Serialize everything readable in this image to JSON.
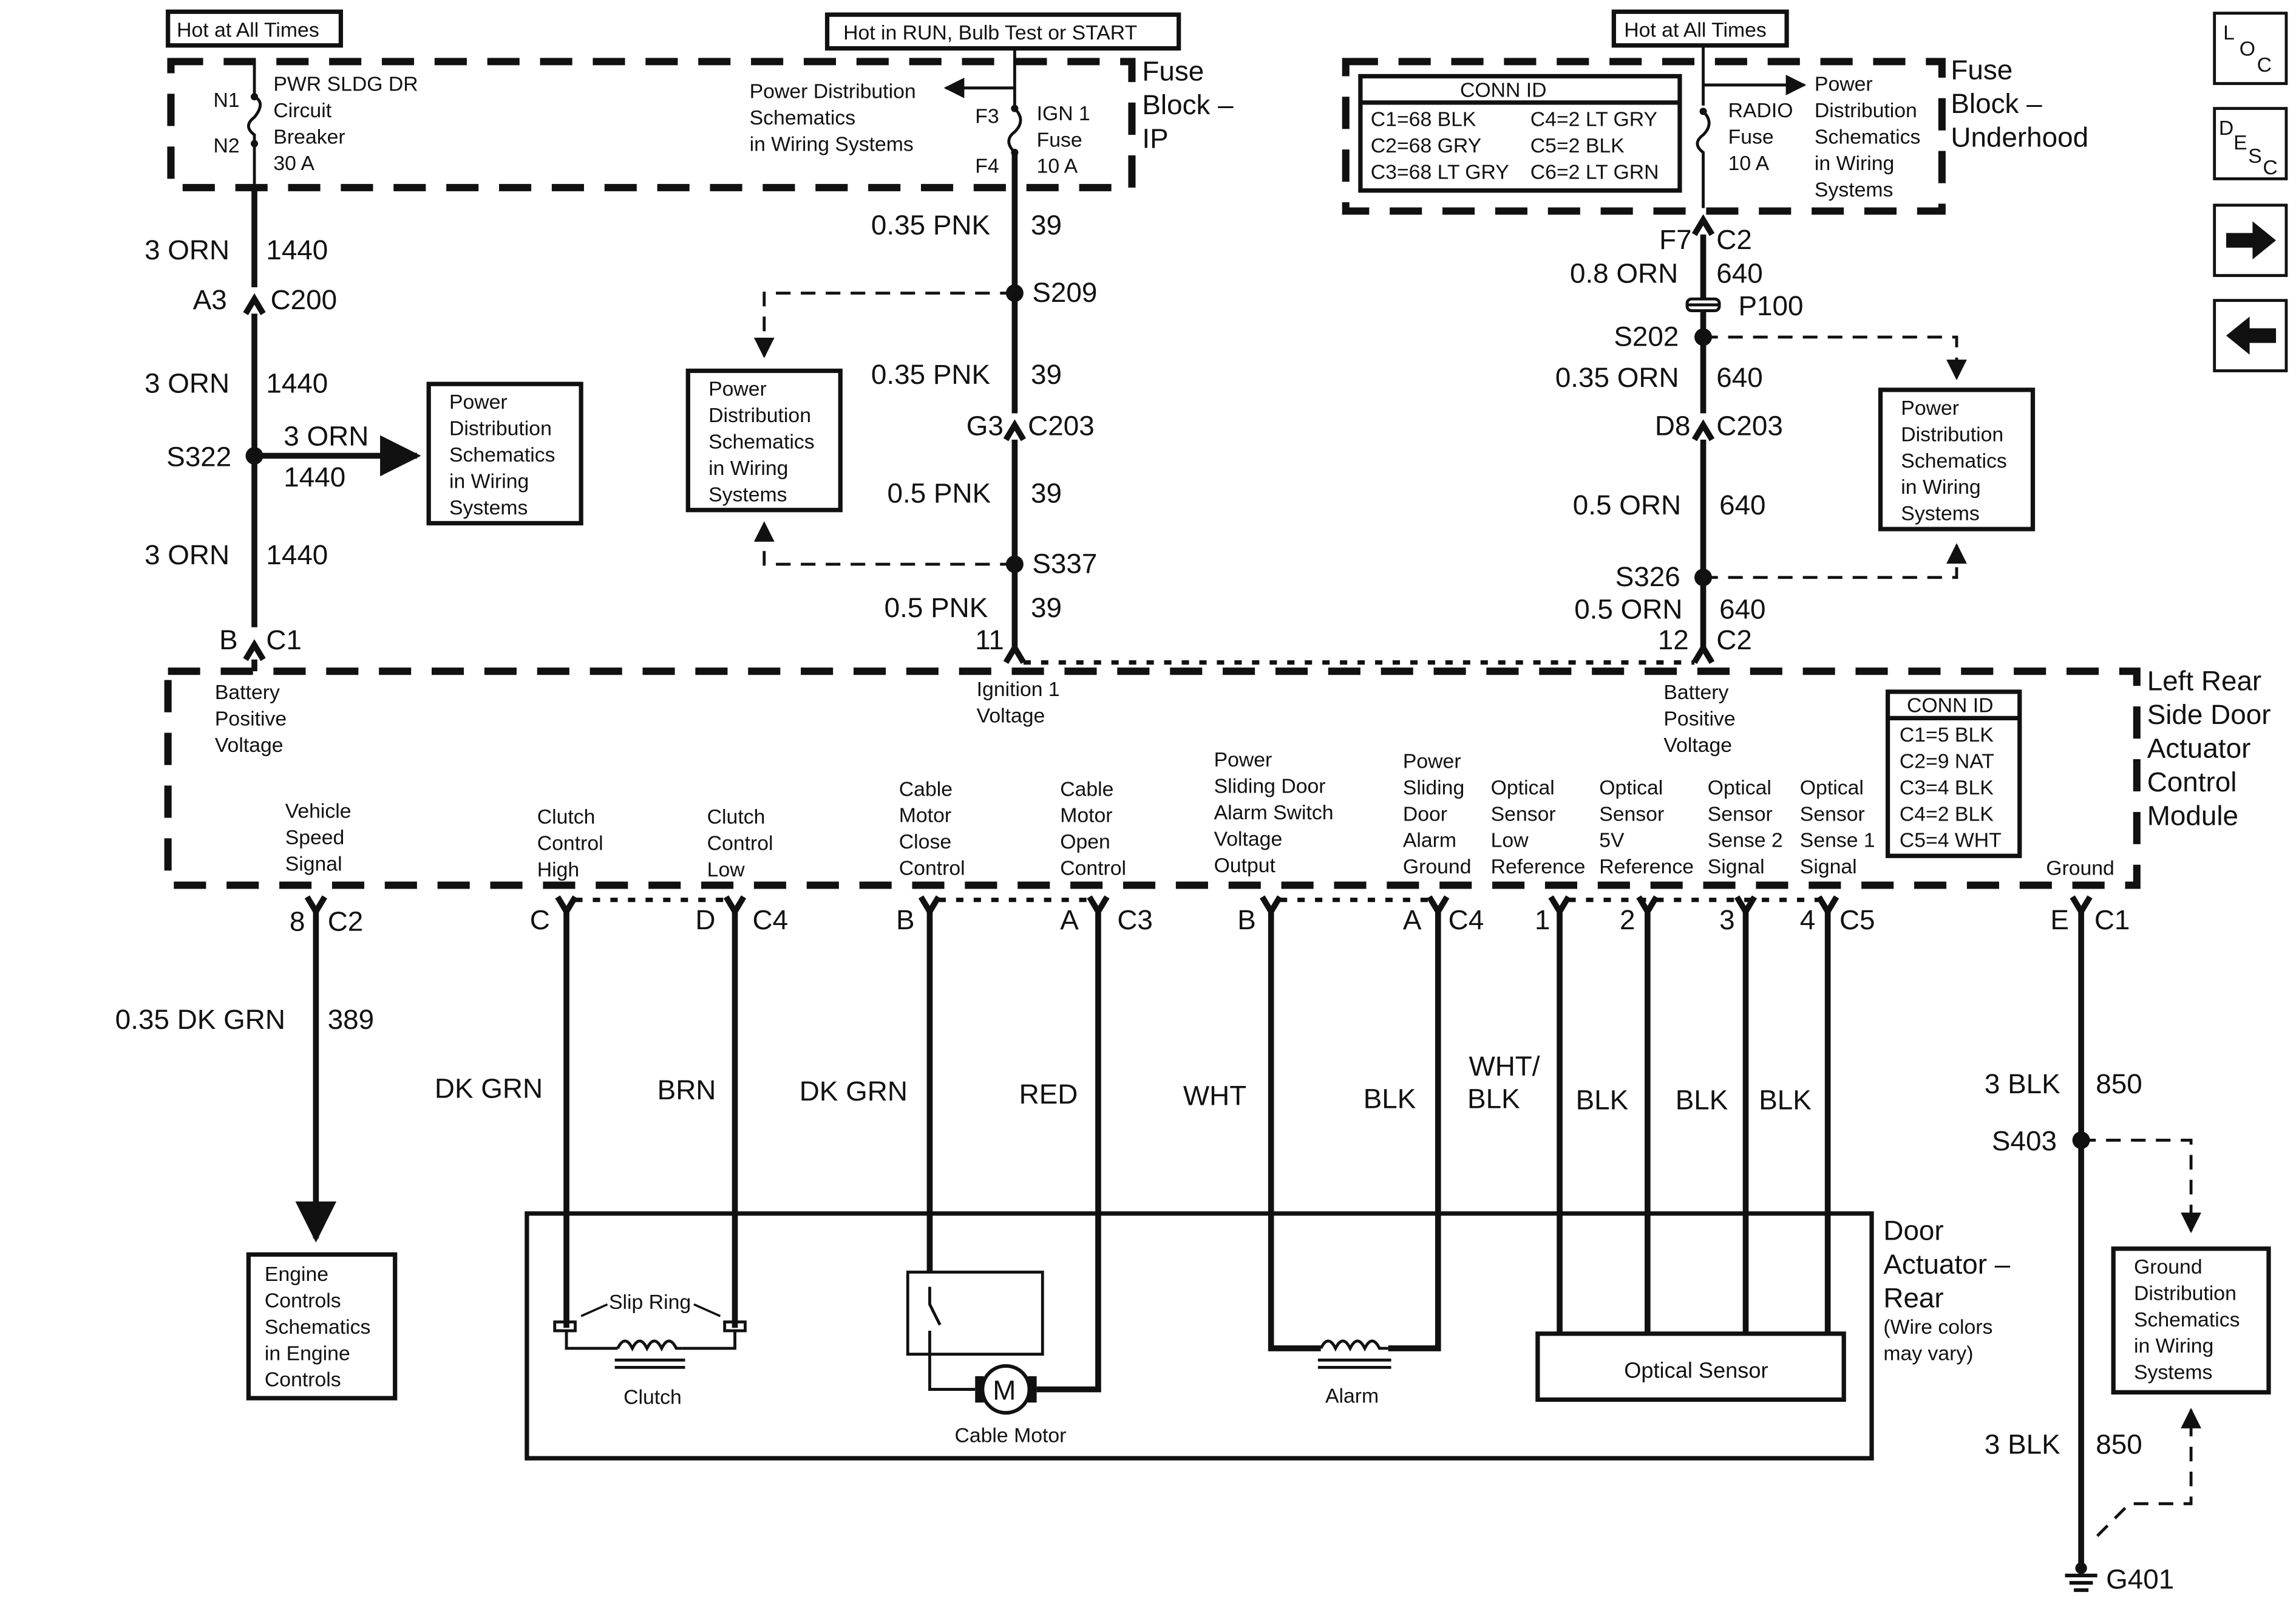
{
  "fuse_blocks": {
    "hot_all_times_left": "Hot at All Times",
    "hot_run": "Hot in RUN, Bulb Test or START",
    "hot_all_times_right": "Hot at All Times",
    "ip_title": [
      "Fuse",
      "Block –",
      "IP"
    ],
    "underhood_title": [
      "Fuse",
      "Block –",
      "Underhood"
    ],
    "circuit_breaker": {
      "pin_in": "N1",
      "pin_out": "N2",
      "lines": [
        "PWR SLDG DR",
        "Circuit",
        "Breaker",
        "30 A"
      ]
    },
    "ign_fuse": {
      "pin_in": "F3",
      "pin_out": "F4",
      "lines": [
        "IGN 1",
        "Fuse",
        "10 A"
      ]
    },
    "radio_fuse": {
      "lines": [
        "RADIO",
        "Fuse",
        "10 A"
      ]
    },
    "pds_ip": [
      "Power Distribution",
      "Schematics",
      "in Wiring Systems"
    ],
    "pds_underhood": [
      "Power",
      "Distribution",
      "Schematics",
      "in Wiring",
      "Systems"
    ]
  },
  "conn_id_underhood": {
    "title": "CONN ID",
    "rows": [
      [
        "C1=68 BLK",
        "C4=2 LT GRY"
      ],
      [
        "C2=68 GRY",
        "C5=2 BLK"
      ],
      [
        "C3=68 LT GRY",
        "C6=2 LT GRN"
      ]
    ]
  },
  "left_branch": {
    "w1": [
      "3 ORN",
      "1440"
    ],
    "conn": [
      "A3",
      "C200"
    ],
    "w2": [
      "3 ORN",
      "1440"
    ],
    "splice": "S322",
    "splice_wire": [
      "3 ORN",
      "1440"
    ],
    "w3": [
      "3 ORN",
      "1440"
    ],
    "module_pin": [
      "B",
      "C1"
    ],
    "pds_box": [
      "Power",
      "Distribution",
      "Schematics",
      "in Wiring",
      "Systems"
    ]
  },
  "middle_branch": {
    "w1": [
      "0.35 PNK",
      "39"
    ],
    "splice1": "S209",
    "w2": [
      "0.35 PNK",
      "39"
    ],
    "conn": [
      "G3",
      "C203"
    ],
    "w3": [
      "0.5 PNK",
      "39"
    ],
    "splice2": "S337",
    "w4": [
      "0.5 PNK",
      "39"
    ],
    "module_pin": "11",
    "pds_box": [
      "Power",
      "Distribution",
      "Schematics",
      "in Wiring",
      "Systems"
    ]
  },
  "right_branch": {
    "fuse_pin": [
      "F7",
      "C2"
    ],
    "w1": [
      "0.8 ORN",
      "640"
    ],
    "p100": "P100",
    "splice1": "S202",
    "w2": [
      "0.35 ORN",
      "640"
    ],
    "conn": [
      "D8",
      "C203"
    ],
    "w3": [
      "0.5 ORN",
      "640"
    ],
    "splice2": "S326",
    "w4": [
      "0.5 ORN",
      "640"
    ],
    "module_pin": [
      "12",
      "C2"
    ],
    "pds_box": [
      "Power",
      "Distribution",
      "Schematics",
      "in Wiring",
      "Systems"
    ]
  },
  "module": {
    "title": [
      "Left Rear",
      "Side Door",
      "Actuator",
      "Control",
      "Module"
    ],
    "conn_id": {
      "title": "CONN ID",
      "rows": [
        "C1=5 BLK",
        "C2=9 NAT",
        "C3=4 BLK",
        "C4=2 BLK",
        "C5=4 WHT"
      ]
    },
    "top_labels": {
      "battery_left": [
        "Battery",
        "Positive",
        "Voltage"
      ],
      "ignition": [
        "Ignition 1",
        "Voltage"
      ],
      "battery_right": [
        "Battery",
        "Positive",
        "Voltage"
      ]
    },
    "bottom_labels": {
      "vss": [
        "Vehicle",
        "Speed",
        "Signal"
      ],
      "clutch_high": [
        "Clutch",
        "Control",
        "High"
      ],
      "clutch_low": [
        "Clutch",
        "Control",
        "Low"
      ],
      "cable_close": [
        "Cable",
        "Motor",
        "Close",
        "Control"
      ],
      "cable_open": [
        "Cable",
        "Motor",
        "Open",
        "Control"
      ],
      "alarm_switch": [
        "Power",
        "Sliding Door",
        "Alarm Switch",
        "Voltage",
        "Output"
      ],
      "alarm_ground": [
        "Power",
        "Sliding",
        "Door",
        "Alarm",
        "Ground"
      ],
      "opt_low": [
        "Optical",
        "Sensor",
        "Low",
        "Reference"
      ],
      "opt_5v": [
        "Optical",
        "Sensor",
        "5V",
        "Reference"
      ],
      "opt_s2": [
        "Optical",
        "Sensor",
        "Sense 2",
        "Signal"
      ],
      "opt_s1": [
        "Optical",
        "Sensor",
        "Sense 1",
        "Signal"
      ],
      "ground": "Ground"
    }
  },
  "pins_bottom": {
    "vss": [
      "8",
      "C2"
    ],
    "clutch_high": "C",
    "clutch_low": [
      "D",
      "C4"
    ],
    "cable_close": "B",
    "cable_open": [
      "A",
      "C3"
    ],
    "alarm_switch": "B",
    "alarm_ground": [
      "A",
      "C4"
    ],
    "opt_low": "1",
    "opt_5v": "2",
    "opt_s2": "3",
    "opt_s1": [
      "4",
      "C5"
    ],
    "ground": [
      "E",
      "C1"
    ]
  },
  "wires_bottom": {
    "vss": [
      "0.35 DK GRN",
      "389"
    ],
    "clutch_high": "DK GRN",
    "clutch_low": "BRN",
    "cable_close": "DK GRN",
    "cable_open": "RED",
    "alarm_switch": "WHT",
    "alarm_ground": "BLK",
    "opt_low": [
      "WHT/",
      "BLK"
    ],
    "opt_5v": "BLK",
    "opt_s2": "BLK",
    "opt_s1": "BLK",
    "ground_top": [
      "3 BLK",
      "850"
    ],
    "ground_splice": "S403",
    "ground_bottom": [
      "3 BLK",
      "850"
    ],
    "ground_point": "G401"
  },
  "engine_box": [
    "Engine",
    "Controls",
    "Schematics",
    "in Engine",
    "Controls"
  ],
  "ground_box": [
    "Ground",
    "Distribution",
    "Schematics",
    "in Wiring",
    "Systems"
  ],
  "actuator": {
    "title": [
      "Door",
      "Actuator –",
      "Rear"
    ],
    "note": [
      "(Wire colors",
      "may vary)"
    ],
    "slip_ring": "Slip Ring",
    "clutch": "Clutch",
    "cable_motor": "Cable Motor",
    "motor_symbol": "M",
    "alarm": "Alarm",
    "optical_sensor": "Optical Sensor"
  },
  "nav": {
    "loc": [
      "L",
      "O",
      "C"
    ],
    "desc": [
      "D",
      "E",
      "S",
      "C"
    ],
    "next_icon": "arrow-right-icon",
    "prev_icon": "arrow-left-icon"
  }
}
